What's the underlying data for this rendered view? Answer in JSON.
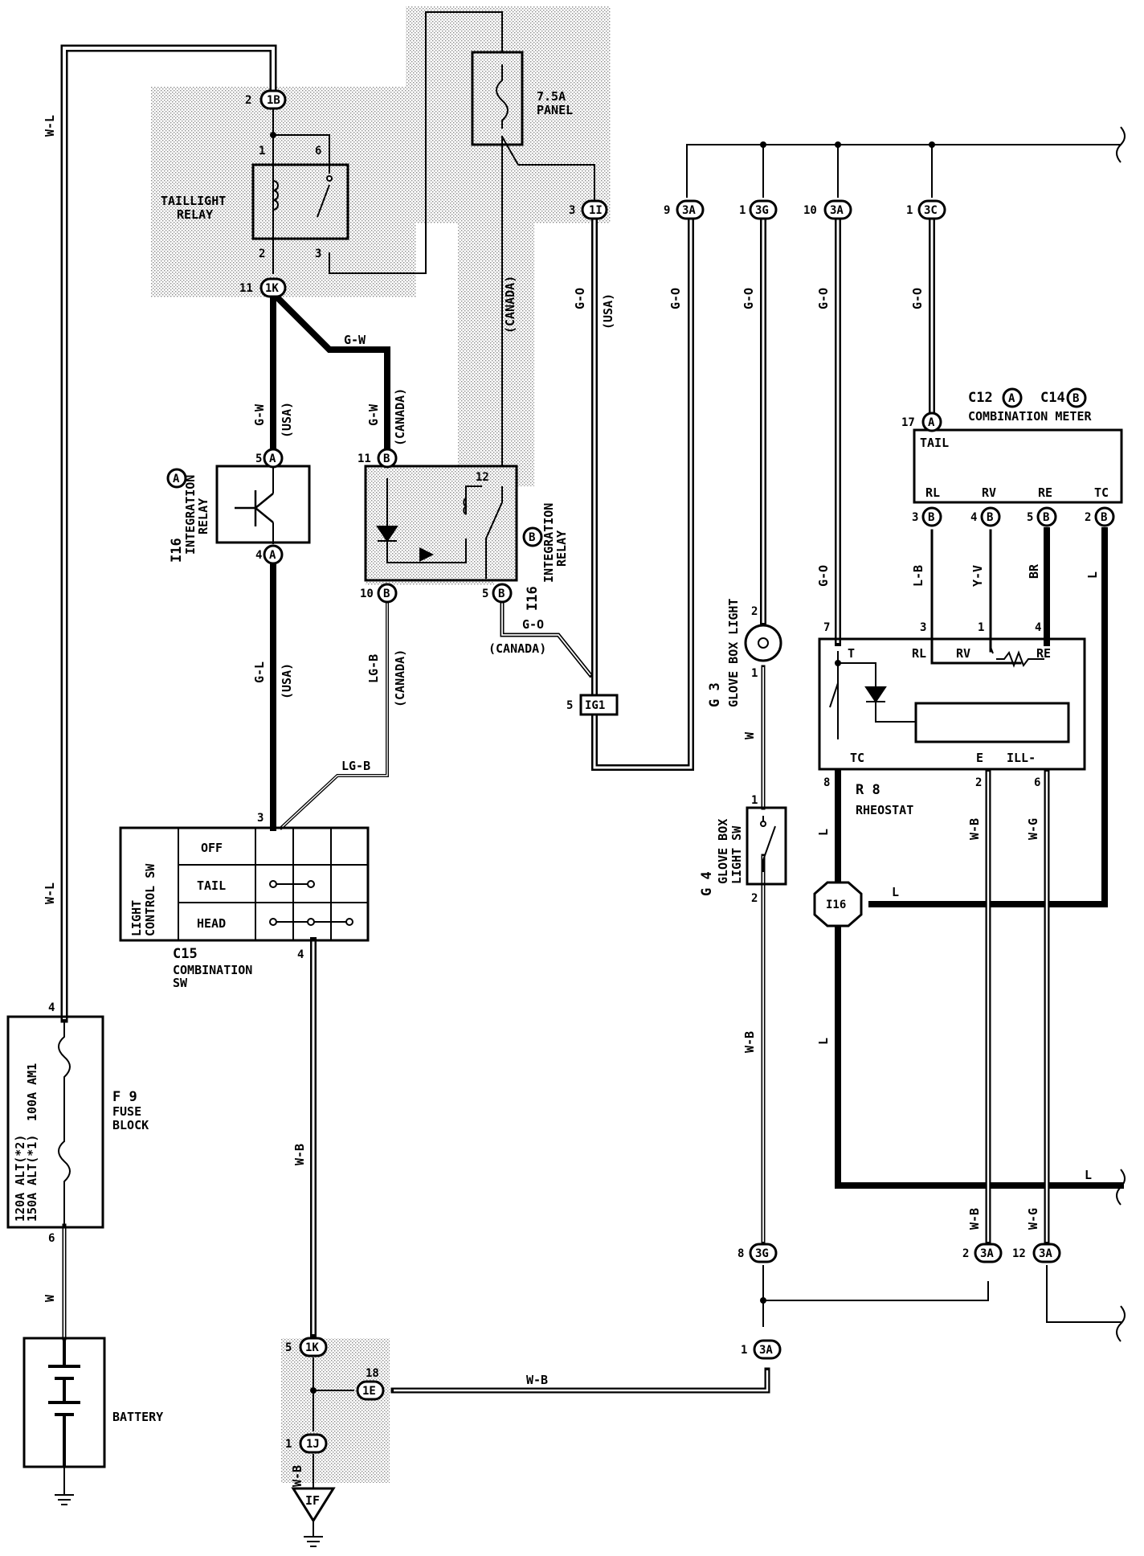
{
  "splices": {
    "s1B": "1B",
    "s1K_top": "1K",
    "s1I": "1I",
    "s3A_9": "3A",
    "s3G_1": "3G",
    "s3A_10": "3A",
    "s3C": "3C",
    "s3A_8b": "3G",
    "s3A_2": "3A",
    "s3A_12": "3A",
    "s3A_1": "3A",
    "s1K_bot": "1K",
    "s1E": "1E",
    "s1J": "1J",
    "sIG1": "IG1",
    "sI16": "I16",
    "sIF": "IF",
    "connA": "A",
    "connB": "B"
  },
  "pins": {
    "p2a": "2",
    "p1a": "1",
    "p6a": "6",
    "p2b": "2",
    "p3a": "3",
    "p11a": "11",
    "p3b": "3",
    "p9": "9",
    "p1b": "1",
    "p10": "10",
    "p1c": "1",
    "p5a": "5",
    "p4a": "4",
    "p11b": "11",
    "p12": "12",
    "p10b": "10",
    "p5b": "5",
    "p5c": "5",
    "p17": "17",
    "p3c": "3",
    "p4b": "4",
    "p5d": "5",
    "p2c": "2",
    "p2d": "2",
    "p1d": "1",
    "p1e": "1",
    "p2e": "2",
    "p7": "7",
    "p3d": "3",
    "p1f": "1",
    "p4c": "4",
    "p8a": "8",
    "p2f": "2",
    "p6b": "6",
    "p3e": "3",
    "p4d": "4",
    "p4e": "4",
    "p6c": "6",
    "p8b": "8",
    "p2g": "2",
    "p12b": "12",
    "p1g": "1",
    "p5e": "5",
    "p18": "18",
    "p1h": "1"
  },
  "wires": {
    "wl": "W-L",
    "gw": "G-W",
    "usa": "(USA)",
    "canada": "(CANADA)",
    "go": "G-O",
    "gl": "G-L",
    "lgb": "LG-B",
    "wb": "W-B",
    "w": "W",
    "l": "L",
    "lb": "L-B",
    "yv": "Y-V",
    "br": "BR",
    "wg": "W-G"
  },
  "components": {
    "taillight_relay": [
      "TAILLIGHT",
      "RELAY"
    ],
    "panel_fuse": [
      "7.5A",
      "PANEL"
    ],
    "integration_relay_a": [
      "I16",
      "INTEGRATION",
      "RELAY"
    ],
    "integration_relay_b": [
      "I16",
      "INTEGRATION",
      "RELAY"
    ],
    "combination_meter": "COMBINATION METER",
    "meter_ids": {
      "c12": "C12",
      "c14": "C14"
    },
    "meter_terms": {
      "tail": "TAIL",
      "rl": "RL",
      "rv": "RV",
      "re": "RE",
      "tc": "TC"
    },
    "rheostat_terms": {
      "t": "T",
      "rl": "RL",
      "rv": "RV",
      "re": "RE",
      "tc": "TC",
      "e": "E",
      "ill": "ILL-"
    },
    "rheostat": [
      "R 8",
      "RHEOSTAT"
    ],
    "glove_box_light": [
      "G 3",
      "GLOVE BOX LIGHT"
    ],
    "glove_box_sw": [
      "G 4",
      "GLOVE BOX",
      "LIGHT SW"
    ],
    "combination_sw": [
      "C15",
      "COMBINATION",
      "SW"
    ],
    "light_control_sw": [
      "LIGHT",
      "CONTROL SW"
    ],
    "sw_positions": [
      "OFF",
      "TAIL",
      "HEAD"
    ],
    "fuse_block": [
      "F 9",
      "FUSE",
      "BLOCK"
    ],
    "fuse_labels": [
      "100A AM1",
      "150A ALT(*1)",
      "120A ALT(*2)"
    ],
    "battery": "BATTERY"
  }
}
